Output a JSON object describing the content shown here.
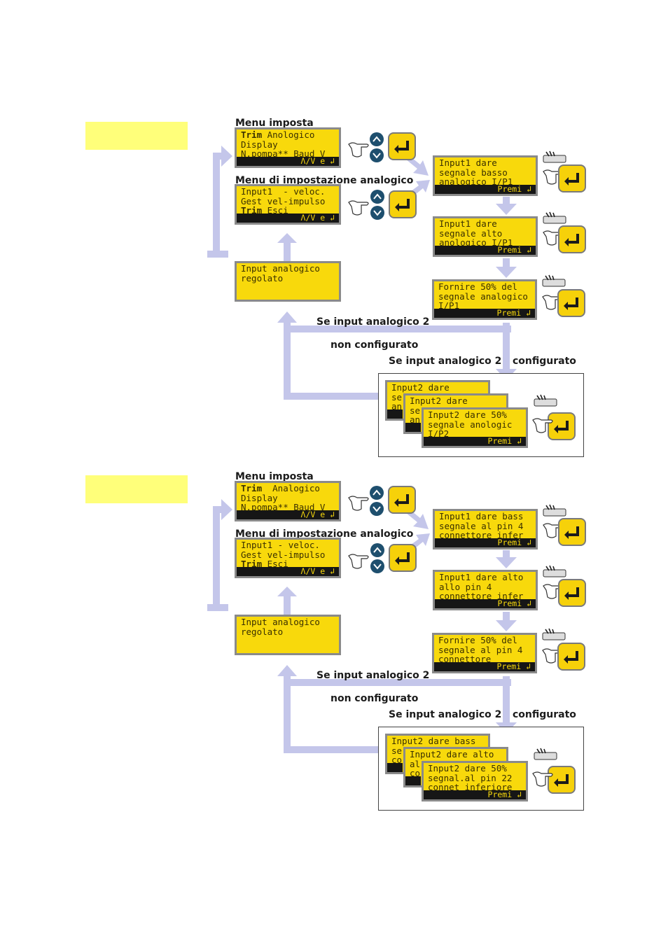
{
  "colors": {
    "lcd_bg": "#f8d90c",
    "flow_arrow": "#c4c6ea",
    "tag": "#ffff7a",
    "arrow_key": "#1e4f6e"
  },
  "icons": [
    "enter-key-icon",
    "arrow-up-icon",
    "arrow-down-icon",
    "pointing-hand-icon",
    "keyboard-icon"
  ],
  "diagrams": [
    {
      "labels": {
        "menu_imposta": "Menu imposta",
        "menu_impostazione": "Menu di impostazione analogico",
        "se_input_1": "Se input analogico 2",
        "non_configurato": "non configurato",
        "se_input_2": "Se input analogico 2",
        "configurato": "configurato"
      },
      "menu": {
        "l1a": "Trim",
        "l1b": " Anologico",
        "l2": "Display",
        "l3": "N.pompa** Baud V",
        "bar": "Λ/V e ↲"
      },
      "setup": {
        "l1": "Input1  - veloc.",
        "l2": "Gest vel-impulso",
        "l3a": "Trim",
        "l3b": " Esci",
        "bar": "Λ/V e ↲"
      },
      "result": {
        "l1": "Input analogico",
        "l2": "regolato"
      },
      "step1": {
        "l1": "Input1 dare",
        "l2": "segnale basso",
        "l3": "analogico I/P1",
        "bar": "Premi ↲"
      },
      "step2": {
        "l1": "Input1 dare",
        "l2": "segnale alto",
        "l3": "anologico I/P1",
        "bar": "Premi ↲"
      },
      "step3": {
        "l1": "Fornire 50% del",
        "l2": "segnale analogico",
        "l3": "I/P1",
        "bar": "Premi ↲"
      },
      "input2_a": {
        "l1": "Input2 dare",
        "l2": "se",
        "l3": "an"
      },
      "input2_b": {
        "l1": "Input2 dare",
        "l2": "se",
        "l3": "an"
      },
      "input2_c": {
        "l1": "Input2 dare 50%",
        "l2": "segnale anologic",
        "l3": "I/P2",
        "bar": "Premi ↲"
      }
    },
    {
      "labels": {
        "menu_imposta": "Menu imposta",
        "menu_impostazione": "Menu di impostazione analogico",
        "se_input_1": "Se input analogico 2",
        "non_configurato": "non configurato",
        "se_input_2": "Se input analogico 2",
        "configurato": "configurato"
      },
      "menu": {
        "l1a": "Trim",
        "l1b": "  Analogico",
        "l2": "Display",
        "l3": "N.pompa** Baud V",
        "bar": "Λ/V e ↲"
      },
      "setup": {
        "l1": "Input1 - veloc.",
        "l2": "Gest vel-impulso",
        "l3a": "Trim",
        "l3b": " Esci",
        "bar": "Λ/V e ↲"
      },
      "result": {
        "l1": "Input analogico",
        "l2": "regolato"
      },
      "step1": {
        "l1": "Input1 dare bass",
        "l2": "segnale al pin 4",
        "l3": "connettore infer",
        "bar": "Premi ↲"
      },
      "step2": {
        "l1": "Input1 dare alto",
        "l2": "allo pin 4",
        "l3": "connettore infer",
        "bar": "Premi ↲"
      },
      "step3": {
        "l1": "Fornire 50% del",
        "l2": "segnale al pin 4",
        "l3": "connettore",
        "bar": "Premi ↲"
      },
      "input2_a": {
        "l1": "Input2 dare bass",
        "l2": "se",
        "l3": "co"
      },
      "input2_b": {
        "l1": "Input2 dare alto",
        "l2": "al",
        "l3": "co"
      },
      "input2_c": {
        "l1": "Input2 dare 50%",
        "l2": "segnal.al pin 22",
        "l3": "connet inferiore",
        "bar": "Premi ↲"
      }
    }
  ]
}
